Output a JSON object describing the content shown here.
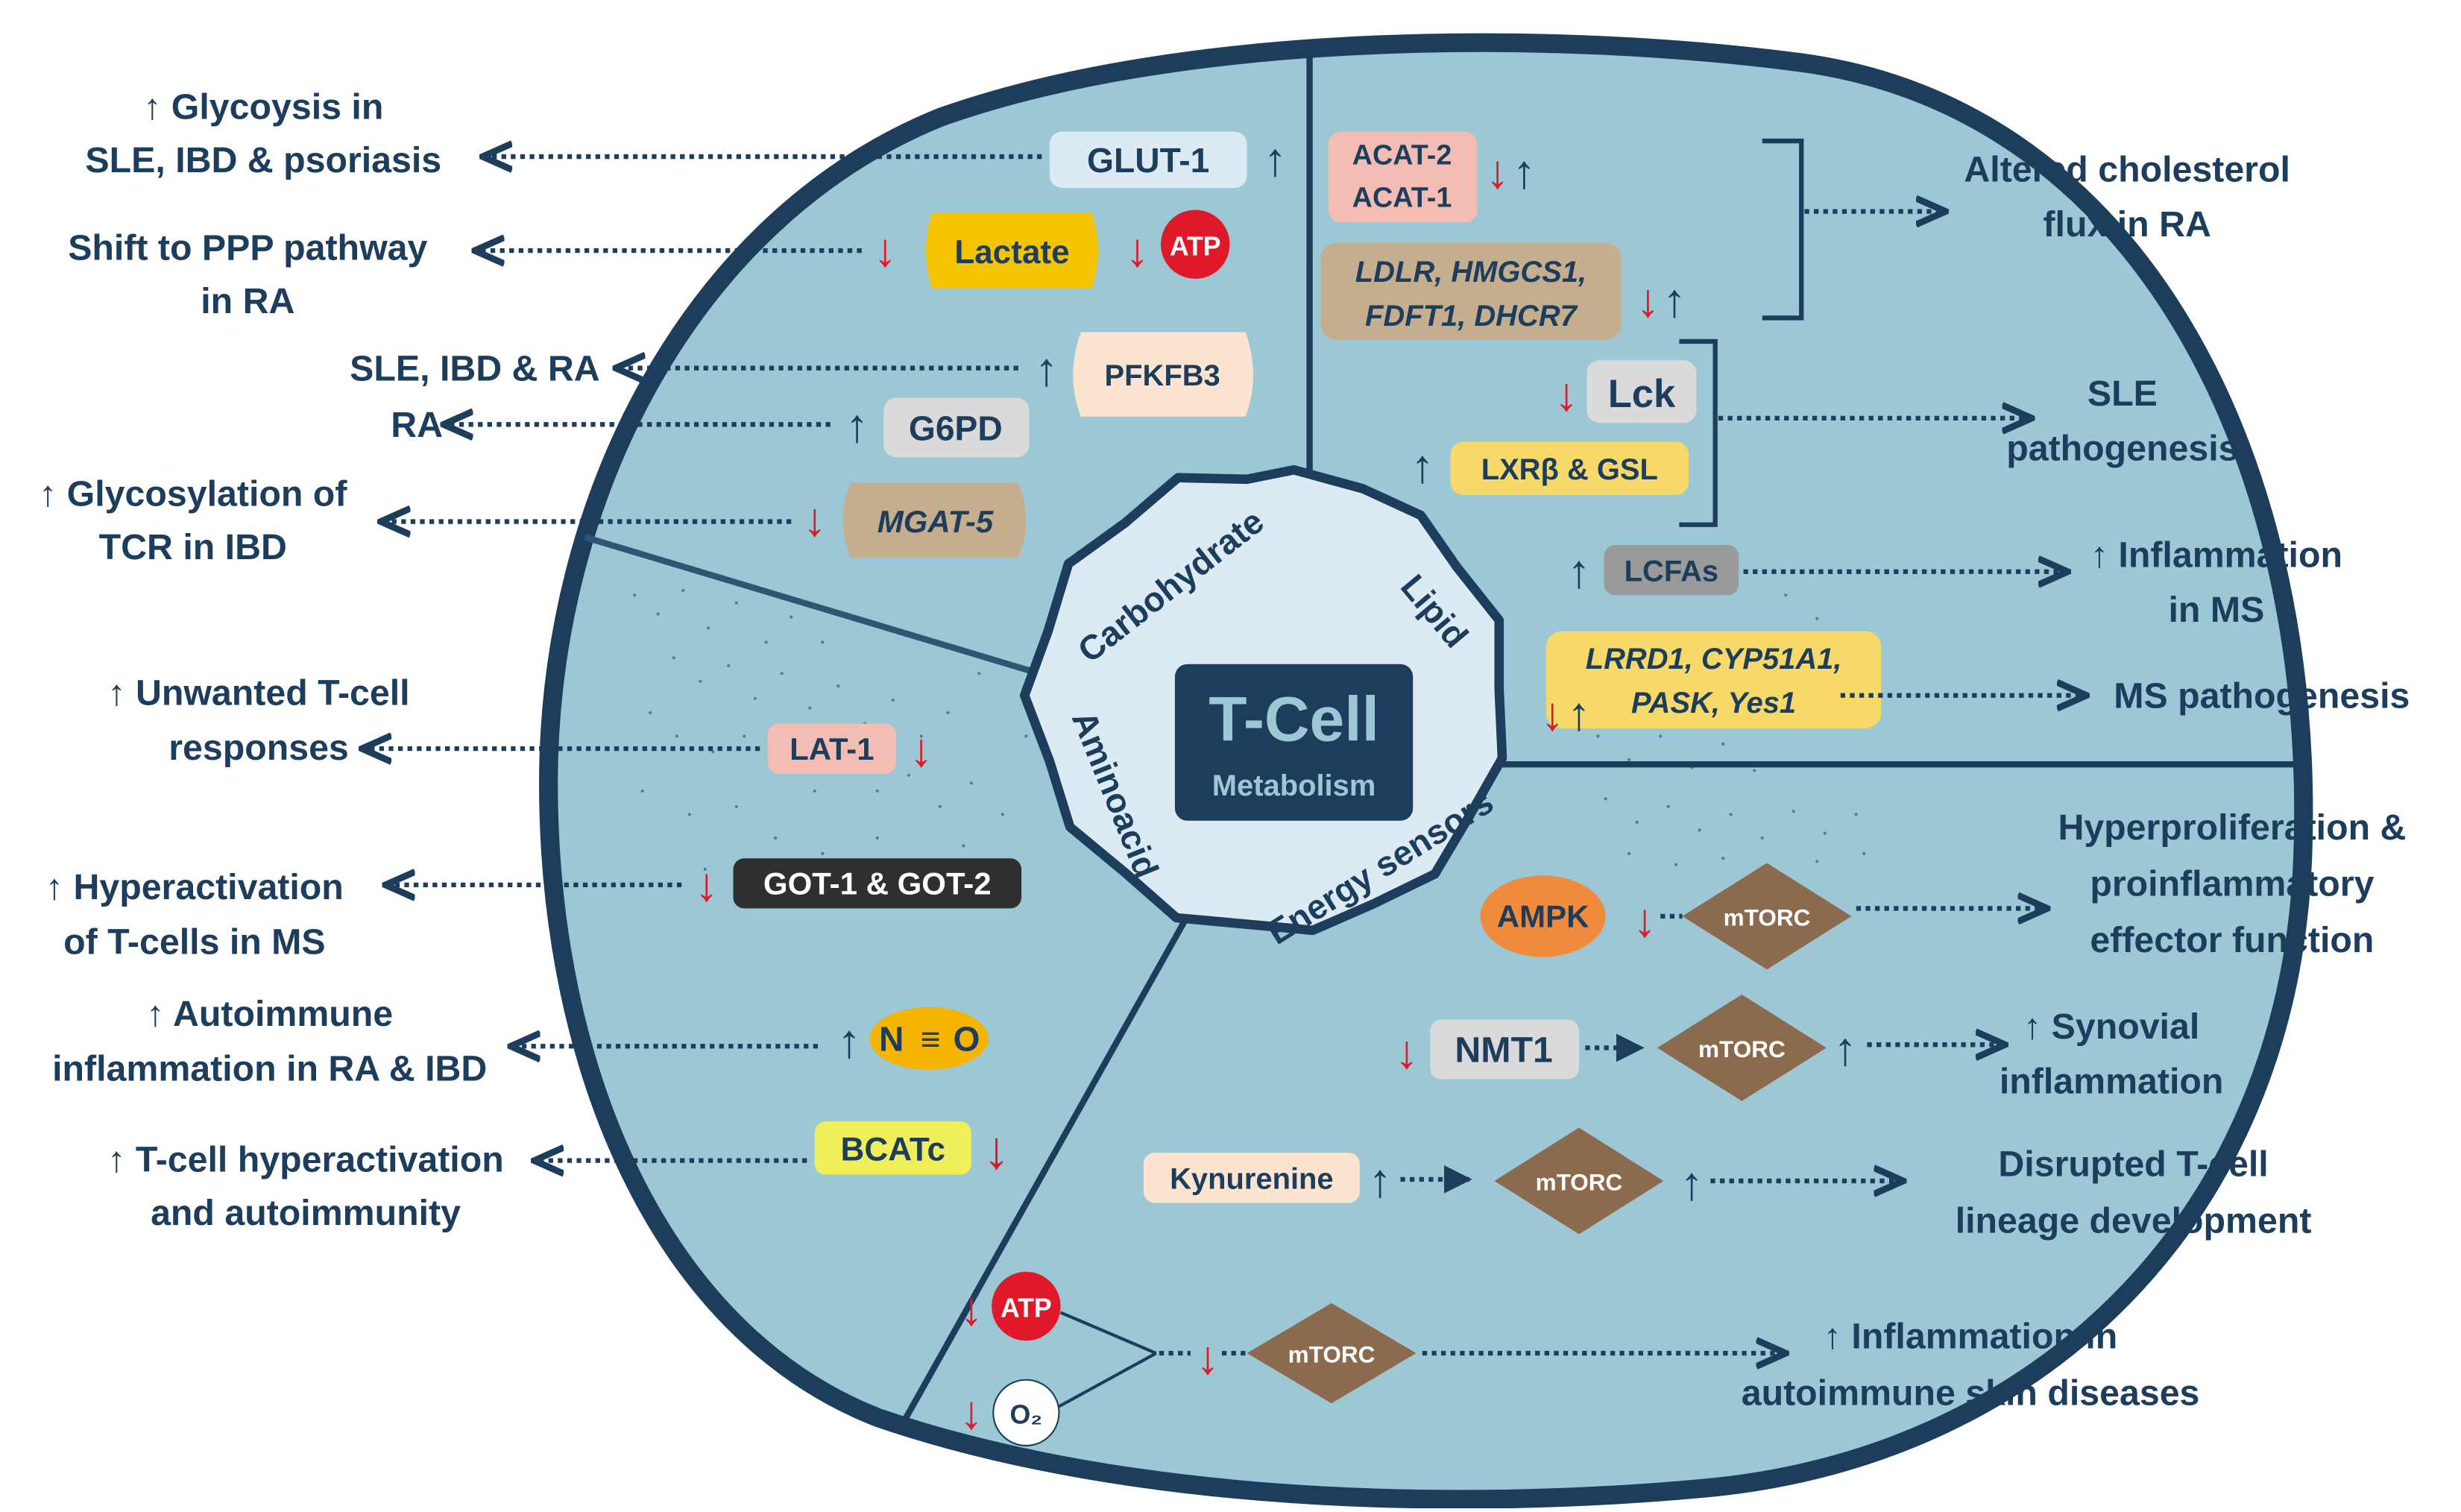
{
  "colors": {
    "cell_fill": "#9CC8D6",
    "cell_border": "#1C3D5C",
    "text_dark": "#1C3D5C",
    "arrow_up": "#1C3D5C",
    "arrow_down": "#E0192A",
    "center_box": "#1C3D5C",
    "center_ring": "#DCEBF3",
    "mtorc": "#8C6A4E"
  },
  "center": {
    "title": "T-Cell",
    "subtitle": "Metabolism",
    "sectors": {
      "carbohydrate": "Carbohydrate",
      "lipid": "Lipid",
      "aminoacid": "Aminoacid",
      "energy": "Energy sensors"
    }
  },
  "nodes": {
    "glut1": "GLUT-1",
    "lactate": "Lactate",
    "atp": "ATP",
    "pfkfb3": "PFKFB3",
    "g6pd": "G6PD",
    "mgat5": "MGAT-5",
    "lat1": "LAT-1",
    "got": "GOT-1 & GOT-2",
    "no_left": "N",
    "no_bond": "≡",
    "no_right": "O",
    "bcatc": "BCATc",
    "acat": [
      "ACAT-2",
      "ACAT-1"
    ],
    "ldlr": [
      "LDLR, HMGCS1,",
      "FDFT1, DHCR7"
    ],
    "lck": "Lck",
    "lxrb": "LXRβ & GSL",
    "lcfas": "LCFAs",
    "lrrd1": [
      "LRRD1, CYP51A1,",
      "PASK, Yes1"
    ],
    "ampk": "AMPK",
    "mtorc": "mTORC",
    "nmt1": "NMT1",
    "kynurenine": "Kynurenine",
    "o2": "O₂"
  },
  "outcomes": {
    "glycolysis": [
      "↑ Glycoysis in",
      "SLE, IBD & psoriasis"
    ],
    "ppp": [
      "Shift to PPP pathway",
      "in RA"
    ],
    "sle_ibd_ra": "SLE, IBD & RA",
    "ra": "RA",
    "glycosylation": [
      "↑ Glycosylation of",
      "TCR in IBD"
    ],
    "unwanted": [
      "↑ Unwanted T-cell",
      "responses"
    ],
    "hyperactivation_ms": [
      "↑ Hyperactivation",
      "of T-cells in MS"
    ],
    "autoimmune_ra_ibd": [
      "↑  Autoimmune",
      "inflammation in RA & IBD"
    ],
    "tcell_hyper": [
      "↑  T-cell hyperactivation",
      "and autoimmunity"
    ],
    "cholesterol": [
      "Altered cholesterol",
      "flux in RA"
    ],
    "sle_path": [
      "SLE",
      "pathogenesis"
    ],
    "inflammation_ms": [
      "↑  Inflammation",
      "in MS"
    ],
    "ms_path": "MS pathogenesis",
    "hyperproliferation": [
      "Hyperproliferation &",
      "proinflammatory",
      "effector function"
    ],
    "synovial": [
      "↑ Synovial",
      "inflammation"
    ],
    "lineage": [
      "Disrupted T-cell",
      "lineage development"
    ],
    "skin": [
      "↑ Inflammation in",
      "autoimmune skin diseases"
    ]
  }
}
